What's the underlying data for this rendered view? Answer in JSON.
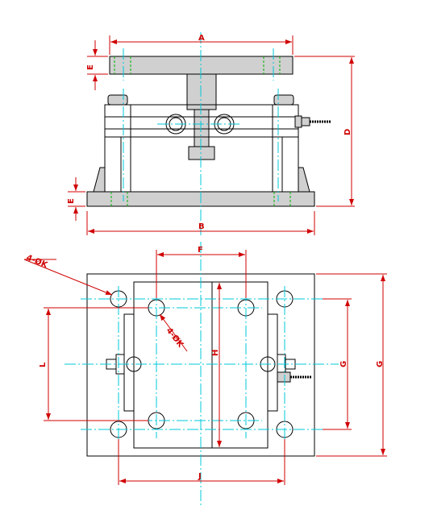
{
  "labels": {
    "A": "A",
    "B": "B",
    "D": "D",
    "E_top": "E",
    "E_bottom": "E",
    "F": "F",
    "G_inner": "G",
    "G_outer": "G",
    "H": "H",
    "J": "J",
    "L": "L",
    "hole_outer": "4-ØK",
    "hole_inner": "4-ØK"
  },
  "colors": {
    "outline": "#000000",
    "centerline": "#00c8d8",
    "dimension": "#d00000",
    "hidden": "#00b000",
    "fill": "#d0d0d0"
  }
}
